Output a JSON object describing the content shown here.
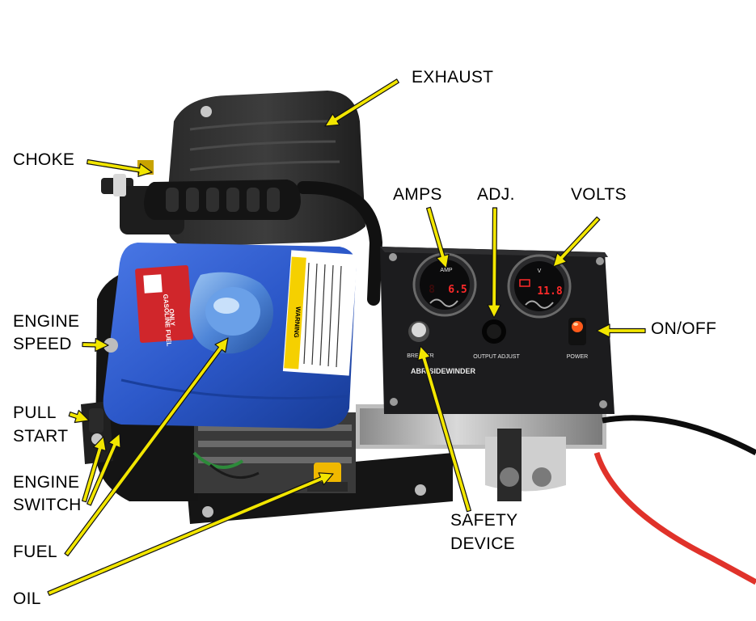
{
  "labels": {
    "exhaust": "EXHAUST",
    "choke": "CHOKE",
    "amps": "AMPS",
    "adj": "ADJ.",
    "volts": "VOLTS",
    "engine_speed_1": "ENGINE",
    "engine_speed_2": "SPEED",
    "on_off": "ON/OFF",
    "pull_start_1": "PULL",
    "pull_start_2": "START",
    "engine_switch_1": "ENGINE",
    "engine_switch_2": "SWITCH",
    "safety_device_1": "SAFETY",
    "safety_device_2": "DEVICE",
    "fuel": "FUEL",
    "oil": "OIL"
  },
  "panel": {
    "brand": "ABR-SIDEWINDER",
    "breaker_label": "BREAKER",
    "output_adjust_label": "OUTPUT ADJUST",
    "power_label": "POWER",
    "amp_gauge_label": "AMP",
    "volt_gauge_label": "V",
    "amp_reading": "6.5",
    "volt_reading": "11.8"
  },
  "tank": {
    "fuel_sticker_1": "GASOLINE FUEL",
    "fuel_sticker_2": "ONLY",
    "warning_text": "WARNING"
  },
  "colors": {
    "arrow": "#f2e600",
    "arrow_outline": "#111111",
    "tank_blue": "#2c58c9",
    "panel_black": "#1c1c1e",
    "cable_red": "#e0322a",
    "readout_red": "#ff2a2a"
  }
}
